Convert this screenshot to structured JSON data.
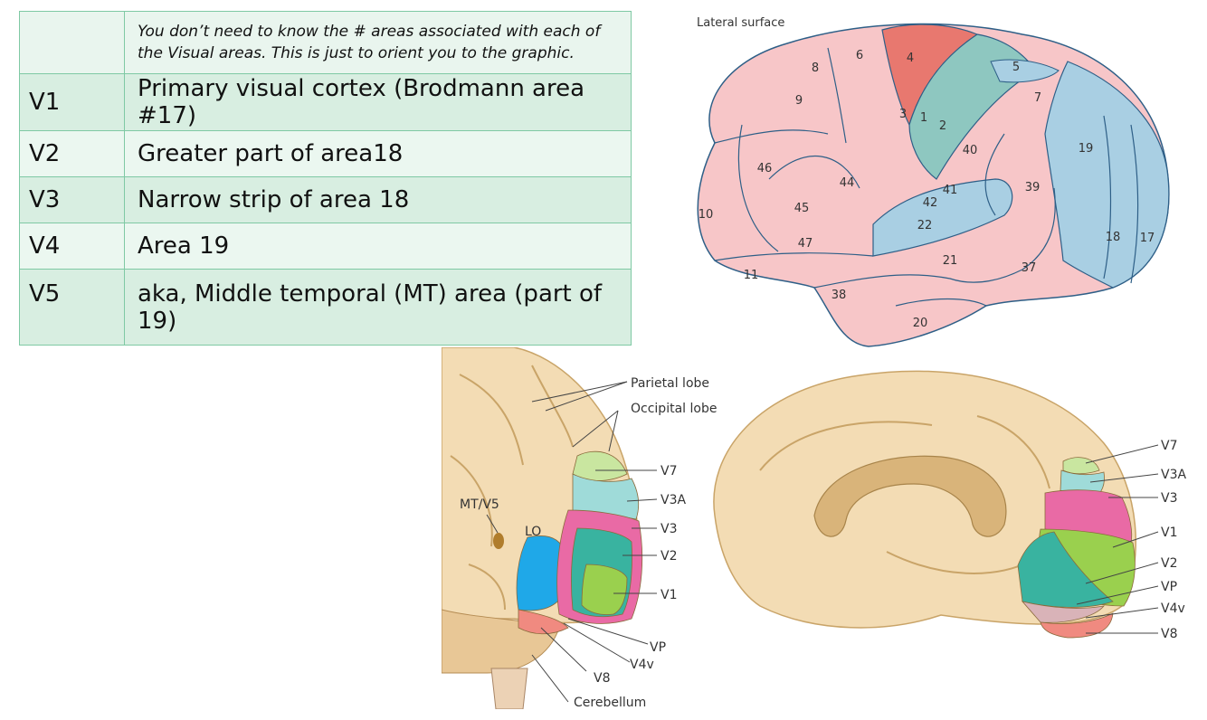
{
  "table": {
    "note": "You don’t need to know the # areas associated with each of the Visual areas. This is just to orient you to the graphic.",
    "rows": [
      {
        "area": "V1",
        "description": "Primary visual cortex (Brodmann area #17)"
      },
      {
        "area": "V2",
        "description": "Greater part of area18"
      },
      {
        "area": "V3",
        "description": "Narrow strip of area 18"
      },
      {
        "area": "V4",
        "description": "Area 19"
      },
      {
        "area": "V5",
        "description": "aka, Middle temporal (MT) area (part of 19)"
      }
    ]
  },
  "lateral_figure": {
    "title": "Lateral surface",
    "areas": [
      "8",
      "6",
      "4",
      "5",
      "9",
      "3",
      "1",
      "2",
      "7",
      "40",
      "19",
      "46",
      "44",
      "42",
      "41",
      "39",
      "10",
      "45",
      "22",
      "47",
      "18",
      "17",
      "21",
      "11",
      "37",
      "38",
      "20"
    ],
    "colors": {
      "pink": "#f7c6c8",
      "red": "#e8786f",
      "teal": "#8ec7c0",
      "blue": "#a9cfe3",
      "outline": "#2e5f87"
    }
  },
  "posterior_figure": {
    "labels": {
      "parietal": "Parietal lobe",
      "occipital": "Occipital lobe",
      "mt": "MT/V5",
      "lo": "LO",
      "v7": "V7",
      "v3a": "V3A",
      "v3": "V3",
      "v2": "V2",
      "v1": "V1",
      "vp": "VP",
      "v4v": "V4v",
      "v8": "V8",
      "cerebellum": "Cerebellum"
    }
  },
  "medial_figure": {
    "labels": {
      "v7": "V7",
      "v3a": "V3A",
      "v3": "V3",
      "v1": "V1",
      "v2": "V2",
      "vp": "VP",
      "v4v": "V4v",
      "v8": "V8"
    }
  },
  "colors": {
    "brain_tan": "#f3dcb4",
    "v7_green": "#c9e6a0",
    "v3a_cyan": "#9fdbd9",
    "v3_pink": "#e96aa5",
    "v1_green": "#9ad04e",
    "v2_teal": "#39b3a0",
    "lo_blue": "#1fa8e8",
    "v8_salmon": "#f08a80"
  }
}
